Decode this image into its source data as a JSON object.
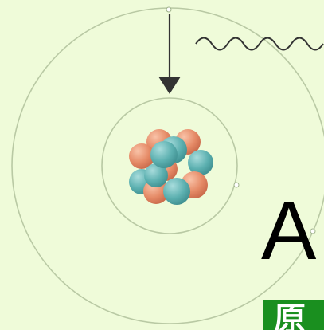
{
  "letter": "A",
  "logo": {
    "glyph": "原",
    "color": "#1a8f1f"
  },
  "colors": {
    "background": "#effbd9",
    "orbit": "#b9c9a4",
    "proton": "#e58a66",
    "neutron": "#5cb0b0",
    "arrow": "#333333",
    "wave": "#333333"
  },
  "icons": [
    "atom-diagram",
    "down-arrow-icon",
    "wavy-photon-icon"
  ]
}
